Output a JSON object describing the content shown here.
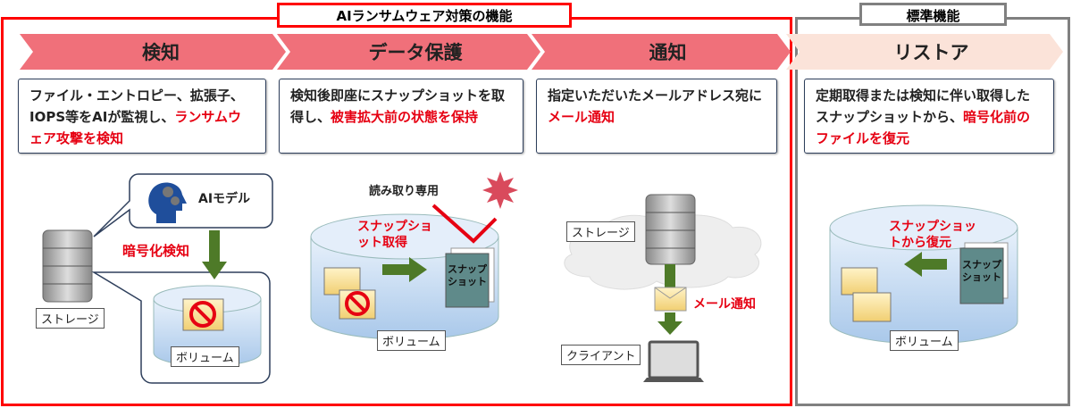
{
  "sections": {
    "ai_title": "AIランサムウェア対策の機能",
    "std_title": "標準機能"
  },
  "steps": [
    {
      "label": "検知",
      "desc_a": "ファイル・エントロピー、拡張子、IOPS等をAIが監視し、",
      "desc_b": "ランサムウェア攻撃を検知"
    },
    {
      "label": "データ保護",
      "desc_a": "検知後即座にスナップショットを取得し、",
      "desc_b": "被害拡大前の状態を保持"
    },
    {
      "label": "通知",
      "desc_a": "指定いただいたメールアドレス宛に",
      "desc_b": "メール通知"
    },
    {
      "label": "リストア",
      "desc_a": "定期取得または検知に伴い取得したスナップショットから、",
      "desc_b": "暗号化前のファイルを復元"
    }
  ],
  "diagram": {
    "ai_model": "AIモデル",
    "encryption_detect": "暗号化検知",
    "storage": "ストレージ",
    "volume": "ボリューム",
    "read_only": "読み取り専用",
    "snapshot_taken": "スナップショット取得",
    "snapshot": "スナップショット",
    "mail_notify": "メール通知",
    "client": "クライアント",
    "restore_from_snapshot": "スナップショットから復元"
  },
  "colors": {
    "red": "#e60012",
    "chevron": "#f0707a",
    "chevron_light": "#fbe3d9",
    "arrow": "#4e7a28"
  }
}
